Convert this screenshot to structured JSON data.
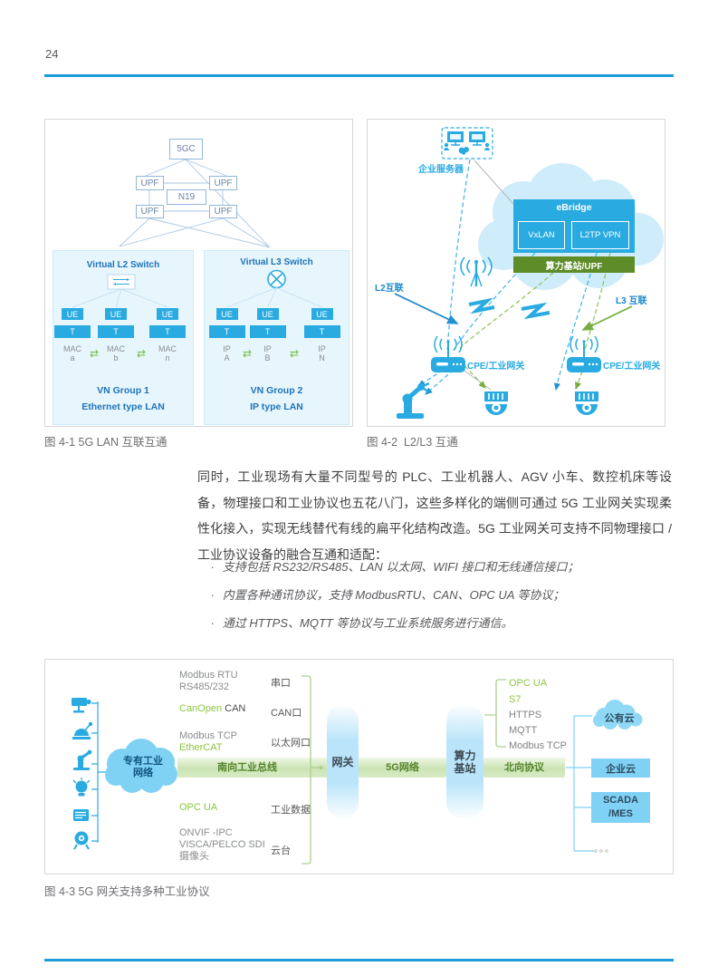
{
  "page": {
    "number": "24"
  },
  "body": {
    "paragraph": "同时，工业现场有大量不同型号的 PLC、工业机器人、AGV 小车、数控机床等设备，物理接口和工业协议也五花八门，这些多样化的端侧可通过 5G 工业网关实现柔性化接入，实现无线替代有线的扁平化结构改造。5G 工业网关可支持不同物理接口 / 工业协议设备的融合互通和适配：",
    "bullet_marker": "·",
    "bullets": [
      "支持包括 RS232/RS485、LAN 以太网、WIFI 接口和无线通信接口；",
      "内置各种通讯协议，支持 ModbusRTU、CAN、OPC UA 等协议；",
      "通过 HTTPS、MQTT 等协议与工业系统服务进行通信。"
    ]
  },
  "fig1": {
    "caption": "图 4-1 5G LAN 互联互通",
    "gc": "5GC",
    "upf": "UPF",
    "n19": "N19",
    "l2": {
      "title": "Virtual L2 Switch",
      "ue": "UE",
      "t": "T",
      "arrow": "⇄",
      "nodes": [
        {
          "top": "MAC",
          "sub": "a"
        },
        {
          "top": "MAC",
          "sub": "b"
        },
        {
          "top": "MAC",
          "sub": "n"
        }
      ],
      "group": "VN Group 1",
      "lan": "Ethernet type LAN"
    },
    "l3": {
      "title": "Virtual L3 Switch",
      "ue": "UE",
      "t": "T",
      "arrow": "⇄",
      "nodes": [
        {
          "top": "IP",
          "sub": "A"
        },
        {
          "top": "IP",
          "sub": "B"
        },
        {
          "top": "IP",
          "sub": "N"
        }
      ],
      "group": "VN Group 2",
      "lan": "IP type LAN"
    }
  },
  "fig2": {
    "caption": "图 4-2  L2/L3 互通",
    "enterprise_server": "企业服务器",
    "ebridge": "eBridge",
    "vxlan": "VxLAN",
    "l2tp_vpn": "L2TP VPN",
    "upf_bar": "算力基站/UPF",
    "l2_link": "L2互联",
    "l3_link": "L3 互联",
    "cpe_left": "CPE/工业网关",
    "cpe_right": "CPE/工业网关"
  },
  "fig3": {
    "caption": "图 4-3 5G 网关支持多种工业协议",
    "private_network": {
      "line1": "专有工业",
      "line2": "网络"
    },
    "south_bus": "南向工业总线",
    "gateway": "网关",
    "network_5g": "5G网络",
    "edge_base": {
      "line1": "算力",
      "line2": "基站"
    },
    "north_label": "北向协议",
    "south_rows": {
      "r1a": "Modbus RTU",
      "r1b": "RS485/232",
      "p1": "串口",
      "r2a": "CanOpen",
      "r2b": " CAN",
      "p2": "CAN口",
      "r3a": "Modbus TCP",
      "r3b": "EtherCAT",
      "p3": "以太网口",
      "r4a": "OPC UA",
      "p4": "工业数据",
      "r5a": "ONVIF -IPC",
      "r5b": "VISCA/PELCO SDI",
      "r5c": "摄像头",
      "p5": "云台"
    },
    "north_protocols": [
      "OPC UA",
      "S7",
      "HTTPS",
      "MQTT",
      "Modbus TCP"
    ],
    "targets": {
      "public_cloud": "公有云",
      "enterprise_cloud": "企业云",
      "scada1": "SCADA",
      "scada2": "/MES",
      "dots": "。。。"
    }
  },
  "colors": {
    "rule_blue": "#1b9cd8",
    "accent_blue": "#29abe2",
    "deep_blue": "#1e73b8",
    "green": "#8cc63f",
    "olive_green": "#5d8c28"
  }
}
